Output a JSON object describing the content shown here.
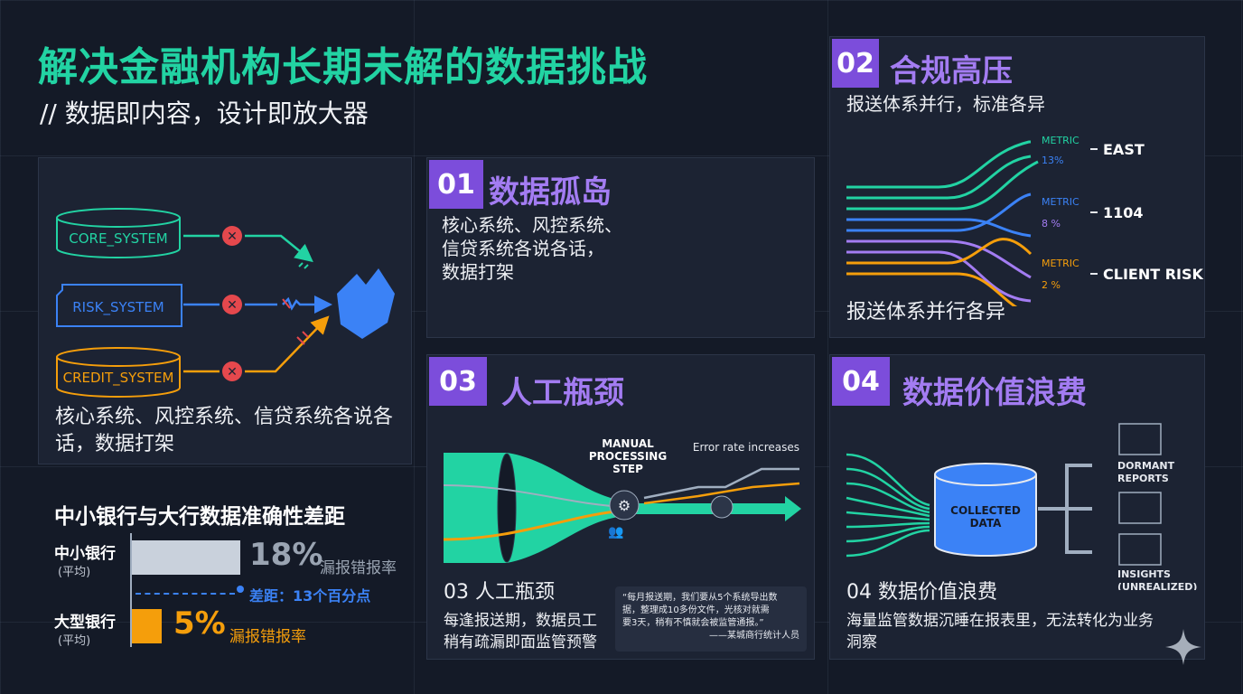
{
  "header": {
    "title": "解决金融机构长期未解的数据挑战",
    "subtitle": "// 数据即内容，设计即放大器"
  },
  "silo_diagram": {
    "systems": [
      "CORE_SYSTEM",
      "RISK_SYSTEM",
      "CREDIT_SYSTEM"
    ],
    "caption": "核心系统、风控系统、信贷系统各说各话，数据打架"
  },
  "card01": {
    "number": "01",
    "title": "数据孤岛",
    "lines": [
      "核心系统、风控系统、",
      "信贷系统各说各话，",
      "数据打架"
    ]
  },
  "card02": {
    "number": "02",
    "title": "合规高压",
    "desc": "报送体系并行，标准各异",
    "caption": "报送体系并行各异",
    "targets": [
      "EAST",
      "1104",
      "CLIENT RISK"
    ],
    "metric_label": "METRIC",
    "metric_values": [
      "13%",
      "8 %",
      "2 %"
    ]
  },
  "card03": {
    "number": "03",
    "title": "人工瓶颈",
    "step_label": [
      "MANUAL",
      "PROCESSING",
      "STEP"
    ],
    "error_label": "Error rate increases",
    "sub_title": "03 人工瓶颈",
    "desc": [
      "每逢报送期，数据员工",
      "稍有疏漏即面监管预警"
    ],
    "quote": [
      "“每月报送期，我们要从5个系统导出数",
      "据，整理成10多份文件，光核对就需",
      "要3天，稍有不慎就会被监管通报。”"
    ],
    "quote_author": "——某城商行统计人员"
  },
  "card04": {
    "number": "04",
    "title": "数据价值浪费",
    "db_label": [
      "COLLECTED",
      "DATA"
    ],
    "out_top": [
      "DORMANT",
      "REPORTS"
    ],
    "out_bottom": [
      "INSIGHTS",
      "(UNREALIZED)"
    ],
    "sub_title": "04 数据价值浪费",
    "desc": [
      "海量监管数据沉睡在报表里，无法转化为业务",
      "洞察"
    ]
  },
  "accuracy": {
    "title": "中小银行与大行数据准确性差距",
    "rows": [
      {
        "label": "中小银行",
        "sub": "(平均)",
        "value": "18%",
        "desc": "漏报错报率"
      },
      {
        "label": "大型银行",
        "sub": "(平均)",
        "value": "5%",
        "desc": "漏报错报率"
      }
    ],
    "gap": "差距：13个百分点"
  },
  "chart_data": {
    "type": "bar",
    "title": "中小银行与大行数据准确性差距",
    "categories": [
      "中小银行",
      "大型银行"
    ],
    "values": [
      18,
      5
    ],
    "unit": "%"
  },
  "colors": {
    "accent_green": "#22d3a3",
    "purple": "#7c4ddb",
    "blue": "#3b82f6",
    "orange": "#f59e0b",
    "red": "#e5484d"
  }
}
